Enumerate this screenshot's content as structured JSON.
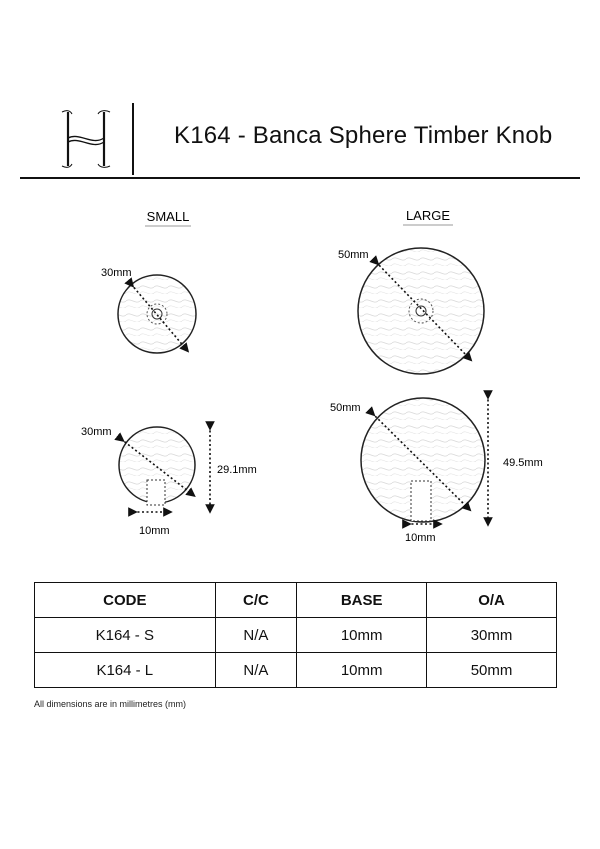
{
  "header": {
    "title": "K164 - Banca Sphere Timber Knob",
    "logo_icon": "h-monogram-logo"
  },
  "drawing": {
    "small": {
      "label": "SMALL",
      "front_diameter": "30mm",
      "side_diameter": "30mm",
      "height": "29.1mm",
      "base": "10mm"
    },
    "large": {
      "label": "LARGE",
      "front_diameter": "50mm",
      "side_diameter": "50mm",
      "height": "49.5mm",
      "base": "10mm"
    }
  },
  "table": {
    "headers": [
      "CODE",
      "C/C",
      "BASE",
      "O/A"
    ],
    "rows": [
      [
        "K164 - S",
        "N/A",
        "10mm",
        "30mm"
      ],
      [
        "K164 - L",
        "N/A",
        "10mm",
        "50mm"
      ]
    ]
  },
  "footnote": "All dimensions are in millimetres (mm)"
}
